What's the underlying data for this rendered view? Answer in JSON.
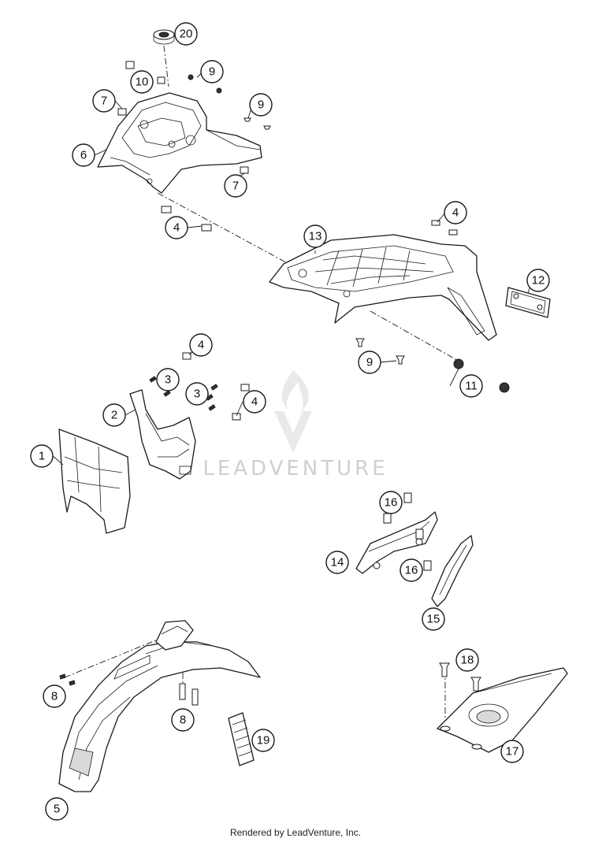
{
  "watermark": {
    "text": "LEADVENTURE",
    "icon": "leadventure-flame-logo"
  },
  "credit": "Rendered by LeadVenture, Inc.",
  "callouts": [
    "1",
    "2",
    "3",
    "3",
    "4",
    "4",
    "4",
    "4",
    "5",
    "6",
    "7",
    "7",
    "8",
    "8",
    "9",
    "9",
    "9",
    "10",
    "11",
    "12",
    "13",
    "14",
    "15",
    "16",
    "16",
    "17",
    "18",
    "19",
    "20"
  ]
}
